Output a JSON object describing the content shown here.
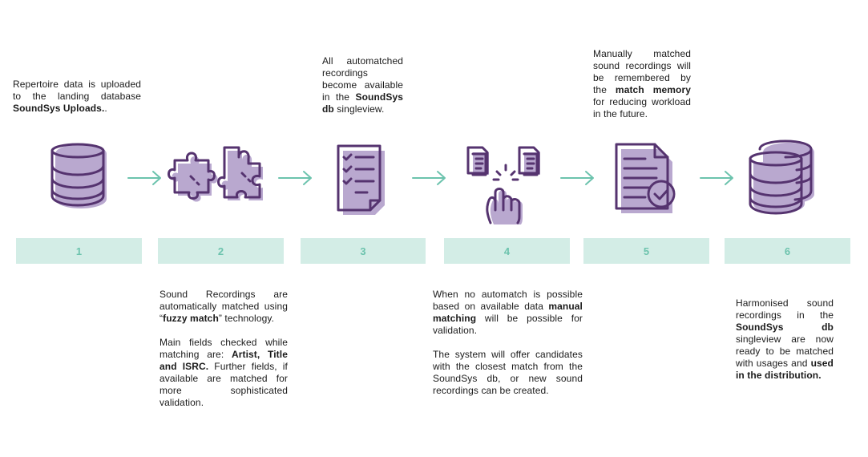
{
  "steps": [
    {
      "number": "1",
      "text": [
        [
          {
            "t": "Repertoire data is uploaded to the landing database "
          },
          {
            "t": "SoundSys Uploads.",
            "b": true
          },
          {
            "t": "."
          }
        ]
      ]
    },
    {
      "number": "2",
      "text": [
        [
          {
            "t": "Sound Recordings are automatically matched using “"
          },
          {
            "t": "fuzzy match",
            "b": true
          },
          {
            "t": "” technology."
          }
        ],
        [
          {
            "t": "Main fields checked while matching are: "
          },
          {
            "t": "Artist, Title and ISRC.",
            "b": true
          },
          {
            "t": " Further fields, if available are matched for more sophisticated validation."
          }
        ]
      ]
    },
    {
      "number": "3",
      "text": [
        [
          {
            "t": "All automatched recordings become available in the "
          },
          {
            "t": "SoundSys db",
            "b": true
          },
          {
            "t": " singleview."
          }
        ]
      ]
    },
    {
      "number": "4",
      "text": [
        [
          {
            "t": "When no automatch is possible based on available data "
          },
          {
            "t": "manual matching",
            "b": true
          },
          {
            "t": " will be possible for validation."
          }
        ],
        [
          {
            "t": "The system will offer candidates with the closest match from the SoundSys db, or new sound recordings can be created."
          }
        ]
      ]
    },
    {
      "number": "5",
      "text": [
        [
          {
            "t": "Manually matched sound recordings will be remembered by the "
          },
          {
            "t": "match memory",
            "b": true
          },
          {
            "t": " for reducing workload in the future."
          }
        ]
      ]
    },
    {
      "number": "6",
      "text": [
        [
          {
            "t": "Harmonised sound recordings in the "
          },
          {
            "t": "SoundSys db",
            "b": true
          },
          {
            "t": " singleview are now ready to be matched with usages and "
          },
          {
            "t": "used in the distribution.",
            "b": true
          }
        ]
      ]
    }
  ],
  "icons": [
    {
      "step": "1",
      "name": "database-icon"
    },
    {
      "step": "2",
      "name": "puzzle-pieces-icon"
    },
    {
      "step": "3",
      "name": "checklist-document-icon"
    },
    {
      "step": "4",
      "name": "hand-selecting-documents-icon"
    },
    {
      "step": "5",
      "name": "approved-document-icon"
    },
    {
      "step": "6",
      "name": "double-database-icon"
    },
    {
      "step": "",
      "name": "arrow-right-icon"
    }
  ],
  "colors": {
    "badge_background": "#d3ede6",
    "badge_text": "#6cc3ad",
    "icon_fill": "#b9a8cf",
    "icon_stroke": "#55336f",
    "arrow": "#6cc3ad",
    "text": "#1a1a1a"
  }
}
